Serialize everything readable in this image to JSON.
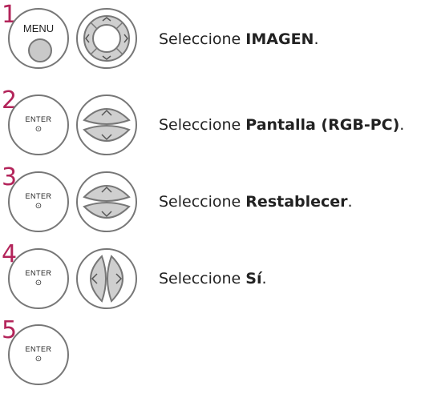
{
  "buttons": {
    "menu": "MENU",
    "enter": "ENTER",
    "enter_dot": "⊙"
  },
  "steps": [
    {
      "number": "1",
      "text": "Seleccione ",
      "keyword": "IMAGEN",
      "suffix": "."
    },
    {
      "number": "2",
      "text": "Seleccione ",
      "keyword": "Pantalla (RGB-PC)",
      "suffix": "."
    },
    {
      "number": "3",
      "text": "Seleccione ",
      "keyword": "Restablecer",
      "suffix": "."
    },
    {
      "number": "4",
      "text": "Seleccione ",
      "keyword": "Sí",
      "suffix": "."
    },
    {
      "number": "5"
    }
  ],
  "colors": {
    "step_number": "#b3245a",
    "button_fill": "#c9c9c9",
    "outline": "#777777"
  }
}
